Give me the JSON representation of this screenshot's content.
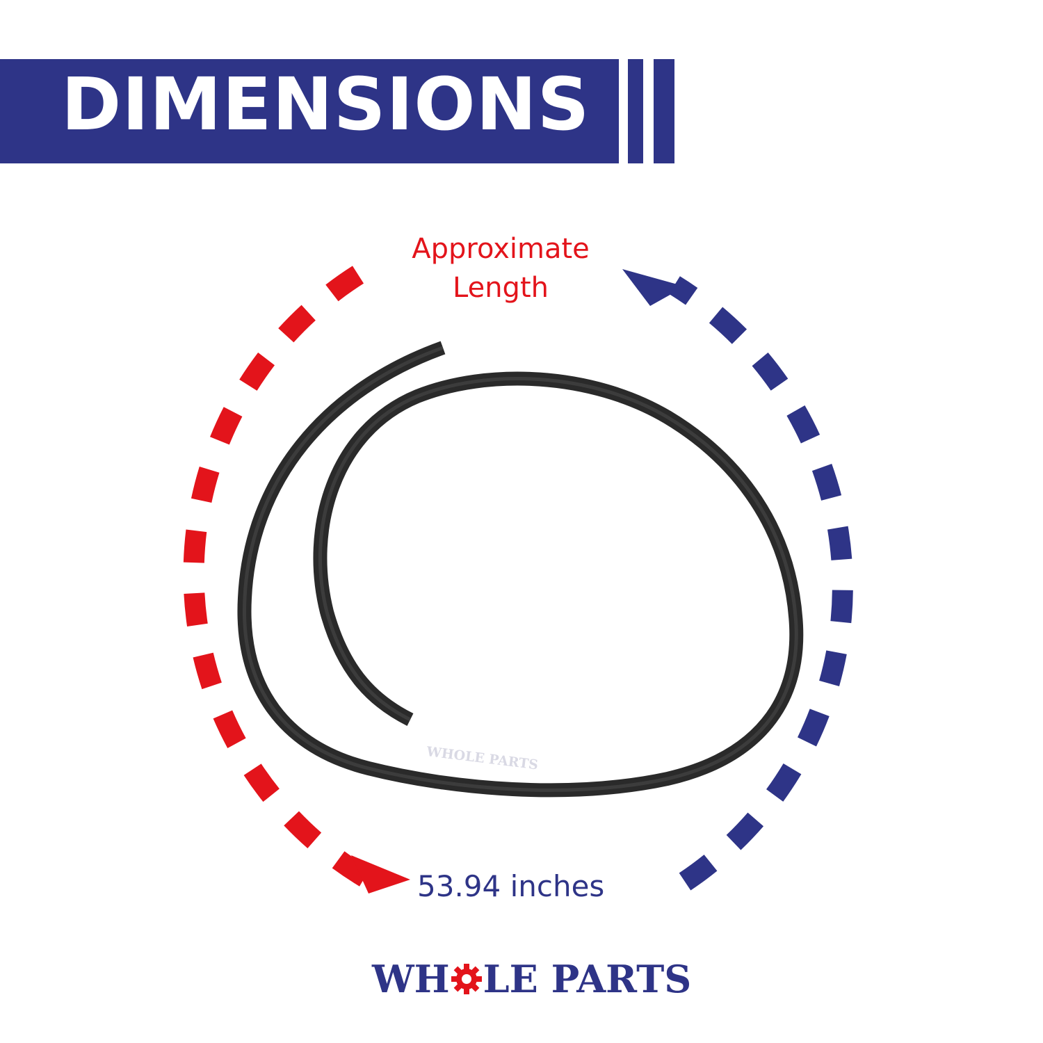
{
  "header": {
    "title": "DIMENSIONS"
  },
  "diagram": {
    "label_top": "Approximate Length",
    "label_measure": "53.94 inches",
    "watermark": "WHOLE PARTS",
    "colors": {
      "left_arc": "#e3141b",
      "right_arc": "#2e3487",
      "gasket": "#2a2a2a"
    }
  },
  "brand": {
    "name": "WHOLE PARTS",
    "name_part1": "WH",
    "name_part2": "LE PARTS",
    "gear_icon": "gear-icon",
    "colors": {
      "text": "#2e3487",
      "gear": "#e3141b"
    }
  }
}
